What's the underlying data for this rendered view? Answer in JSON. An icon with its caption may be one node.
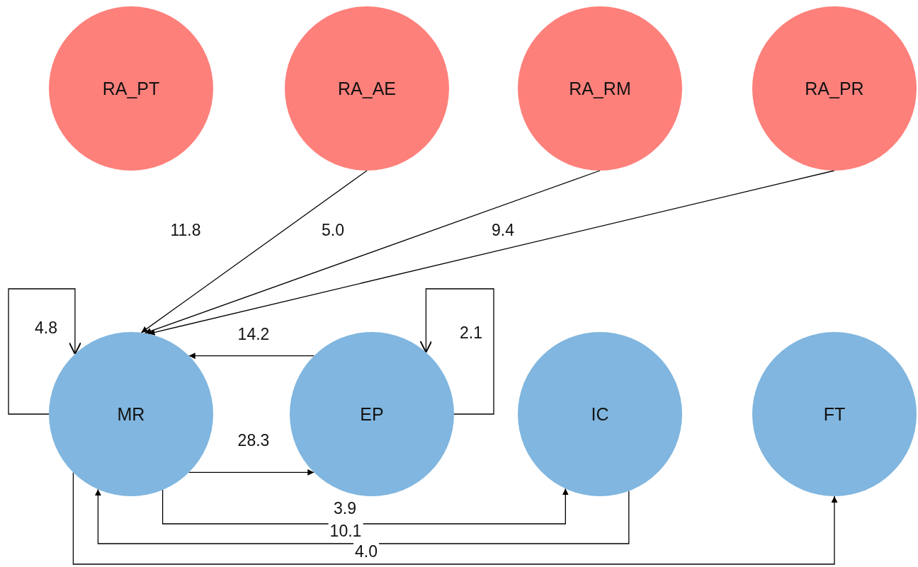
{
  "diagram": {
    "nodes": [
      {
        "text": [
          "RA_PT"
        ]
      },
      {
        "text": [
          "RA_AE"
        ]
      },
      {
        "text": [
          "RA_RM"
        ]
      },
      {
        "text": [
          "RA_PR"
        ]
      },
      {
        "text": [
          "MR"
        ]
      },
      {
        "text": [
          "EP"
        ]
      },
      {
        "text": [
          "IC"
        ]
      },
      {
        "text": [
          "FT"
        ]
      }
    ],
    "edges": [
      {
        "from": 1,
        "to": 4,
        "arrow": "to",
        "label": "11.8"
      },
      {
        "from": 2,
        "to": 4,
        "arrow": "to",
        "label": "5.0"
      },
      {
        "from": 3,
        "to": 4,
        "arrow": "to",
        "label": "9.4"
      },
      {
        "from": 4,
        "to": 4,
        "arrow": "to",
        "label": "4.8"
      },
      {
        "from": 5,
        "to": 4,
        "arrow": "to",
        "label": "14.2"
      },
      {
        "from": 5,
        "to": 5,
        "arrow": "to",
        "label": "2.1"
      },
      {
        "from": 4,
        "to": 5,
        "arrow": "to",
        "label": "28.3"
      },
      {
        "from": 4,
        "to": 6,
        "arrow": "to",
        "label": "3.9"
      },
      {
        "from": 6,
        "to": 4,
        "arrow": "to",
        "label": "10.1"
      },
      {
        "from": 4,
        "to": 7,
        "arrow": "to",
        "label": "4.0"
      }
    ]
  }
}
